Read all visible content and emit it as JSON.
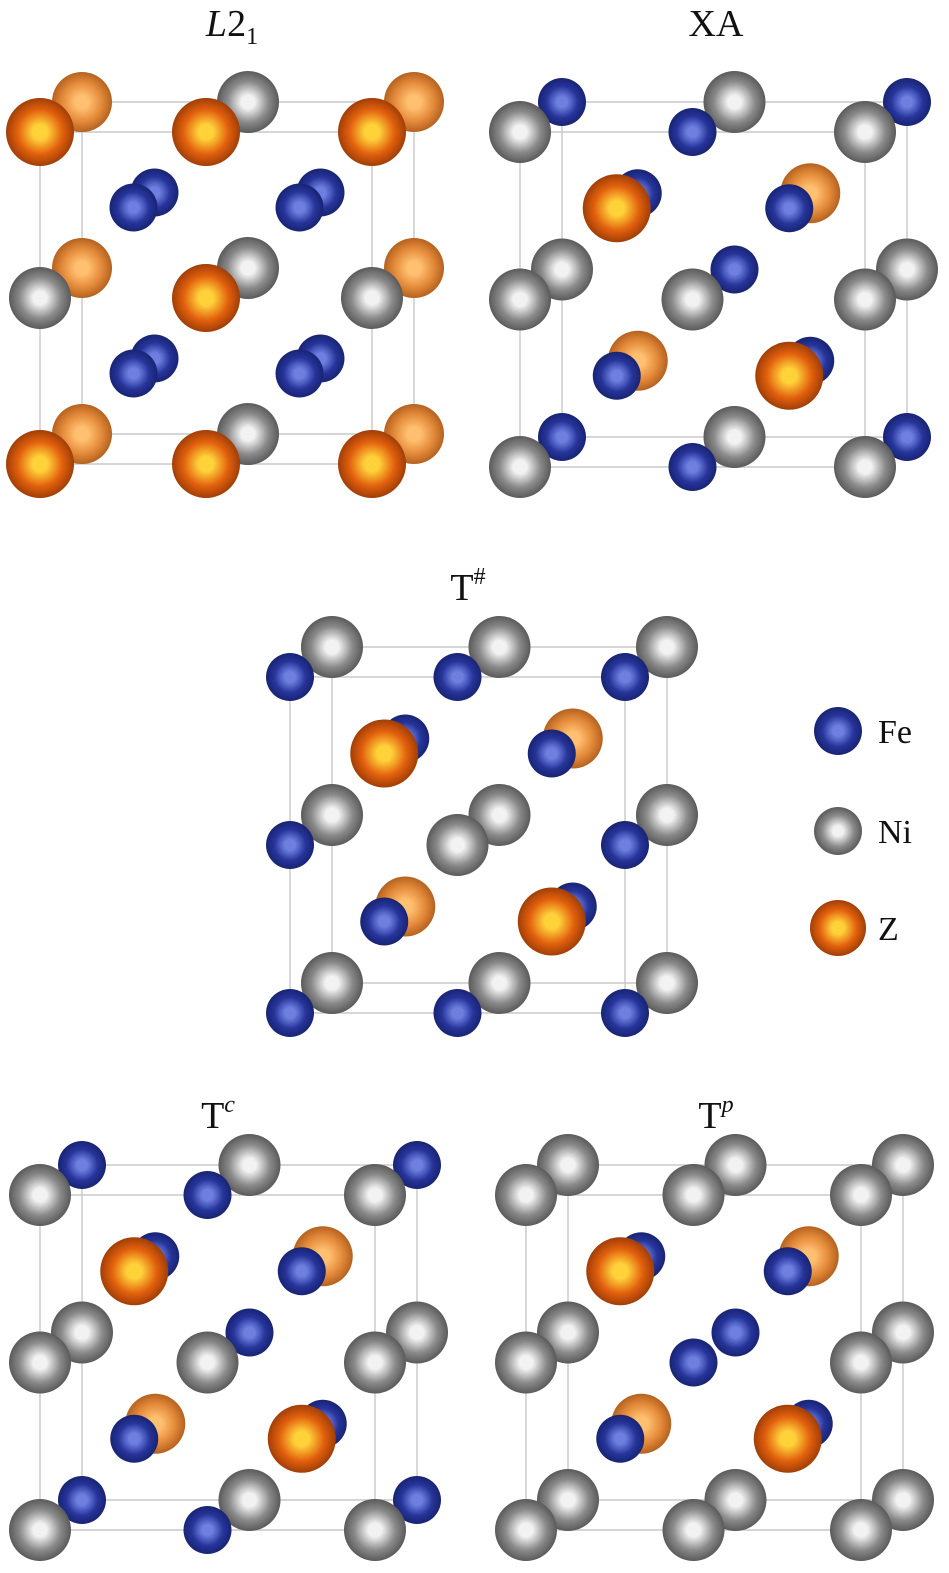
{
  "panels": [
    {
      "id": "l21",
      "title_main": "L2",
      "title_italic_part": "L",
      "title_sub": "1",
      "title_sup": "",
      "corner_back": "Z",
      "corner_front": "Z",
      "edge_back": "Ni",
      "edge_front": "Ni",
      "face_center": "Z",
      "inner": [
        "Fe",
        "Fe",
        "Fe",
        "Fe"
      ]
    },
    {
      "id": "xa",
      "title_main": "XA",
      "title_sub": "",
      "title_sup": "",
      "corner_back": "Fe",
      "corner_front": "Ni",
      "face_center": "Ni",
      "inner": [
        "Z",
        "Z",
        "Z",
        "Z"
      ]
    },
    {
      "id": "t_hash",
      "title_main": "T",
      "title_sub": "",
      "title_sup": "#",
      "corner_back": "Ni",
      "corner_front": "Fe",
      "face_center": "Ni",
      "inner": [
        "Z",
        "Z",
        "Z",
        "Z"
      ]
    },
    {
      "id": "t_c",
      "title_main": "T",
      "title_sub": "",
      "title_sup": "c",
      "corner_back": "Fe",
      "corner_front": "Ni",
      "face_center": "Ni",
      "inner": [
        "Z",
        "Z",
        "Z",
        "Z"
      ]
    },
    {
      "id": "t_p",
      "title_main": "T",
      "title_sub": "",
      "title_sup": "p",
      "corner_back": "Ni",
      "corner_front": "Ni",
      "face_center": "Fe",
      "inner": [
        "Z",
        "Z",
        "Z",
        "Z"
      ]
    }
  ],
  "legend": [
    {
      "element": "Fe",
      "label": "Fe",
      "color": "#2a3a9c"
    },
    {
      "element": "Ni",
      "label": "Ni",
      "color": "#8c8c8c"
    },
    {
      "element": "Z",
      "label": "Z",
      "color": "#e8620e"
    }
  ],
  "colors": {
    "Fe": {
      "base": "#26349a",
      "light": "#6f7fe0",
      "dark": "#101a5a"
    },
    "Ni": {
      "base": "#8a8a8a",
      "light": "#f2f2f2",
      "dark": "#3e3e3e"
    },
    "Z": {
      "base": "#e2600d",
      "light": "#ffd23a",
      "dark": "#7a2a04"
    },
    "Zback": {
      "base": "#e38a3a",
      "light": "#ffc070",
      "dark": "#9a4a10"
    },
    "line": "#c8c8c8"
  }
}
